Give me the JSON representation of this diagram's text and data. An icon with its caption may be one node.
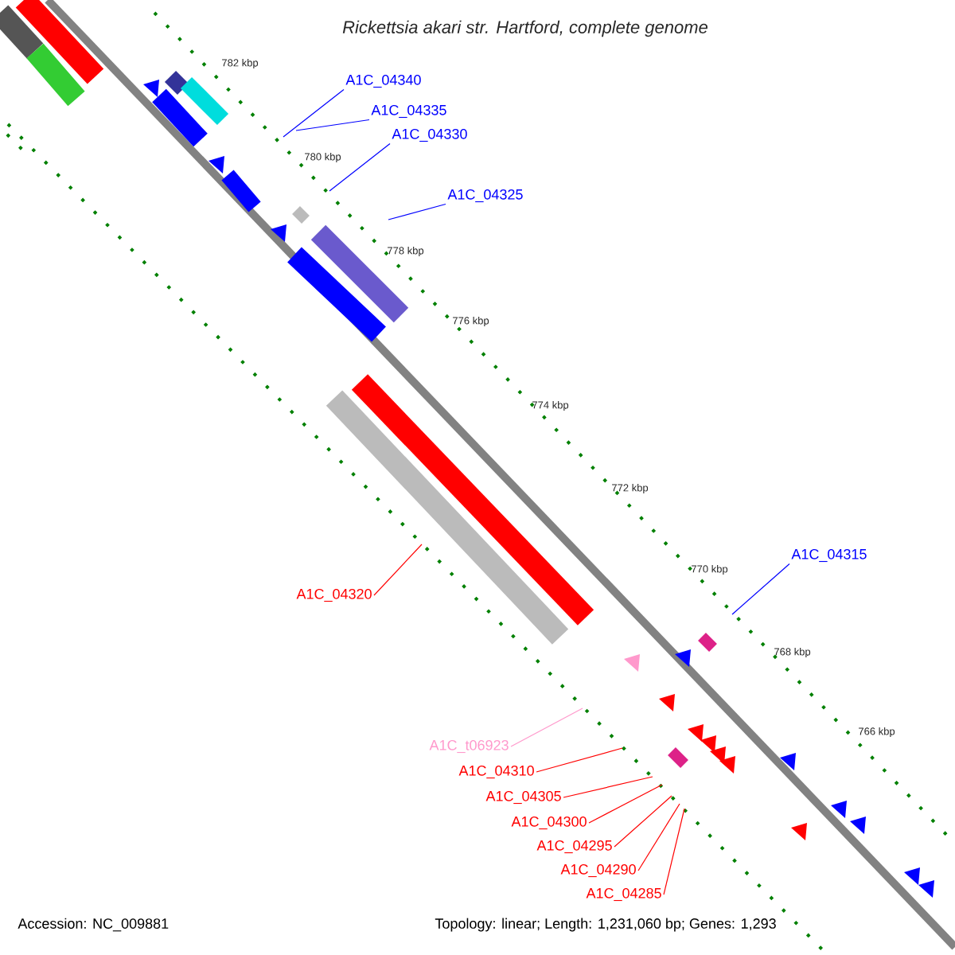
{
  "diagram": {
    "title": "Rickettsia akari str. Hartford, complete genome",
    "nodes": [
      {
        "text": [
          "A1C_04340"
        ]
      },
      {
        "text": [
          "A1C_04335"
        ]
      },
      {
        "text": [
          "A1C_04330"
        ]
      },
      {
        "text": [
          "A1C_04325"
        ]
      },
      {
        "text": [
          "A1C_04320"
        ]
      },
      {
        "text": [
          "A1C_04315"
        ]
      },
      {
        "text": [
          "A1C_t06923"
        ]
      },
      {
        "text": [
          "A1C_04310"
        ]
      },
      {
        "text": [
          "A1C_04305"
        ]
      },
      {
        "text": [
          "A1C_04300"
        ]
      },
      {
        "text": [
          "A1C_04295"
        ]
      },
      {
        "text": [
          "A1C_04290"
        ]
      },
      {
        "text": [
          "A1C_04285"
        ]
      }
    ],
    "edges": [
      {
        "from": 0,
        "to": null,
        "arrow": "none",
        "color": "#0000ff"
      },
      {
        "from": 1,
        "to": null,
        "arrow": "none",
        "color": "#0000ff"
      },
      {
        "from": 2,
        "to": null,
        "arrow": "none",
        "color": "#0000ff"
      },
      {
        "from": 3,
        "to": null,
        "arrow": "none",
        "color": "#0000ff"
      },
      {
        "from": 4,
        "to": null,
        "arrow": "none"
      },
      {
        "from": 5,
        "to": null,
        "arrow": "none",
        "color": "#0000ff"
      },
      {
        "from": 6,
        "to": null,
        "arrow": "none",
        "color": "#ff99cc"
      },
      {
        "from": 7,
        "to": null,
        "arrow": "none"
      },
      {
        "from": 8,
        "to": null,
        "arrow": "none"
      },
      {
        "from": 9,
        "to": null,
        "arrow": "none"
      },
      {
        "from": 10,
        "to": null,
        "arrow": "none"
      },
      {
        "from": 11,
        "to": null,
        "arrow": "none"
      },
      {
        "from": 12,
        "to": null,
        "arrow": "none"
      }
    ],
    "labels": [
      "782 kbp",
      "780 kbp",
      "778 kbp",
      "776 kbp",
      "774 kbp",
      "772 kbp",
      "770 kbp",
      "768 kbp",
      "766 kbp",
      "Accession: NC_009881",
      "Topology: linear; Length: 1,231,060 bp; Genes: 1,293"
    ]
  }
}
